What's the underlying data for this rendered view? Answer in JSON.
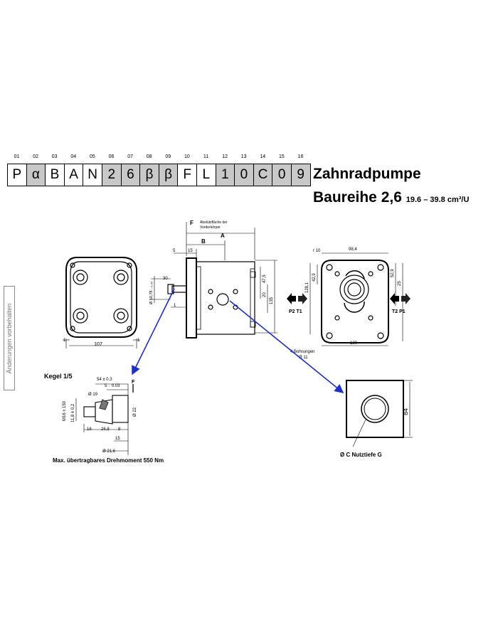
{
  "code_indices": [
    "01",
    "02",
    "03",
    "04",
    "05",
    "06",
    "07",
    "08",
    "09",
    "10",
    "11",
    "12",
    "13",
    "14",
    "15",
    "16"
  ],
  "code_cells": [
    {
      "char": "P",
      "shade": "w"
    },
    {
      "char": "α",
      "shade": "g"
    },
    {
      "char": "B",
      "shade": "w"
    },
    {
      "char": "A",
      "shade": "w"
    },
    {
      "char": "N",
      "shade": "w"
    },
    {
      "char": "2",
      "shade": "g"
    },
    {
      "char": "6",
      "shade": "g"
    },
    {
      "char": "β",
      "shade": "g"
    },
    {
      "char": "β",
      "shade": "g"
    },
    {
      "char": "F",
      "shade": "w"
    },
    {
      "char": "L",
      "shade": "w"
    },
    {
      "char": "1",
      "shade": "g"
    },
    {
      "char": "0",
      "shade": "g"
    },
    {
      "char": "C",
      "shade": "g"
    },
    {
      "char": "0",
      "shade": "g"
    },
    {
      "char": "9",
      "shade": "g"
    }
  ],
  "title": "Zahnradpumpe",
  "subtitle_main": "Baureihe 2,6",
  "subtitle_range": "19.6 – 39.8 cm³/U",
  "side_note": "Änderungen vorbehalten",
  "labels": {
    "abstuetz": "Abstützfläche der",
    "vorderk": "Vorderkörper",
    "F": "F",
    "A": "A",
    "B": "B",
    "d5": "5",
    "d15": "15",
    "d30": "30",
    "d1": "1",
    "d50": "Ø 50,78 ₋₀,₀₅",
    "d475": "47,5",
    "d20": "20",
    "d135": "135",
    "d107": "107",
    "d1b": "1",
    "d1c": "1",
    "r10": "r 10",
    "d984": "98,4",
    "d429": "42,9",
    "d1281": "128,1",
    "d529": "52,9",
    "d25": "25",
    "d130": "130",
    "p2t1": "P2 T1",
    "t2p1": "T2 P1",
    "bohrungen": "4 Bohrungen",
    "d11": "Ø 11",
    "kegel": "Kegel 1/5",
    "d54": "54 ± 0.3",
    "d5b": "5 ₋ 0.03",
    "Fb": "F",
    "d19": "Ø 19",
    "m16": "M16 x 150",
    "d118": "11,8 ± 0,2",
    "d22": "Ø 22",
    "d16": "16",
    "d268": "26,8",
    "d8": "8",
    "d15b": "15",
    "d216": "Ø 21,6",
    "drehmoment": "Max. übertragbares Drehmoment 550 Nm",
    "d84": "84",
    "nutz": "Ø C Nutztiefe G"
  }
}
